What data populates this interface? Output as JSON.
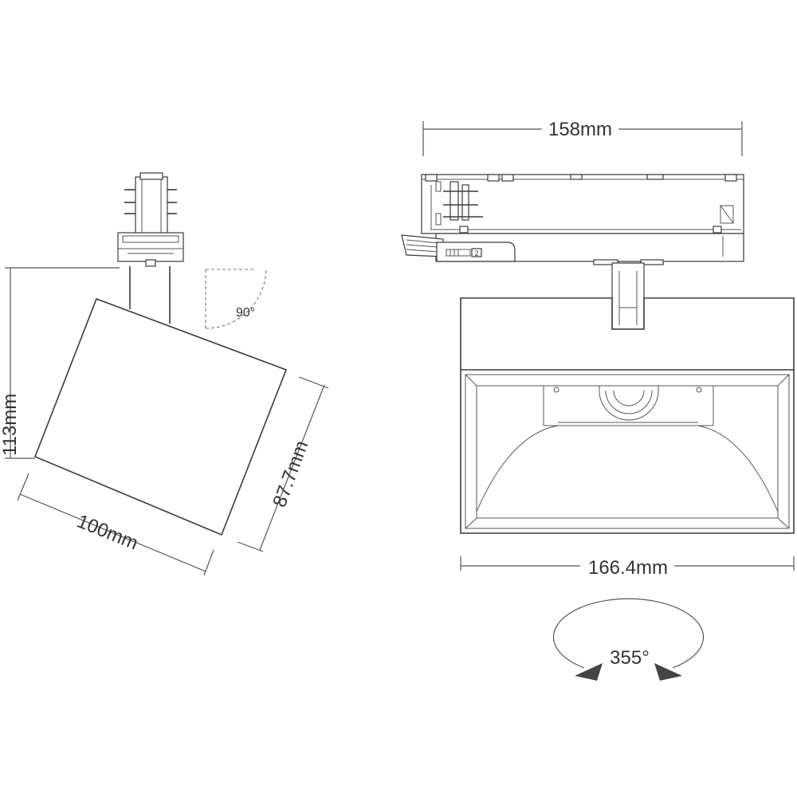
{
  "dimensions": {
    "height": "113mm",
    "length": "100mm",
    "depth": "87.7mm",
    "tilt_angle": "90°",
    "track_length": "158mm",
    "head_width": "166.4mm",
    "rotation_angle": "355°"
  },
  "adapter_marking": "2",
  "colors": {
    "line": "#3a3a3a",
    "dimension": "#555555",
    "arrow": "#444444",
    "text": "#333333"
  }
}
